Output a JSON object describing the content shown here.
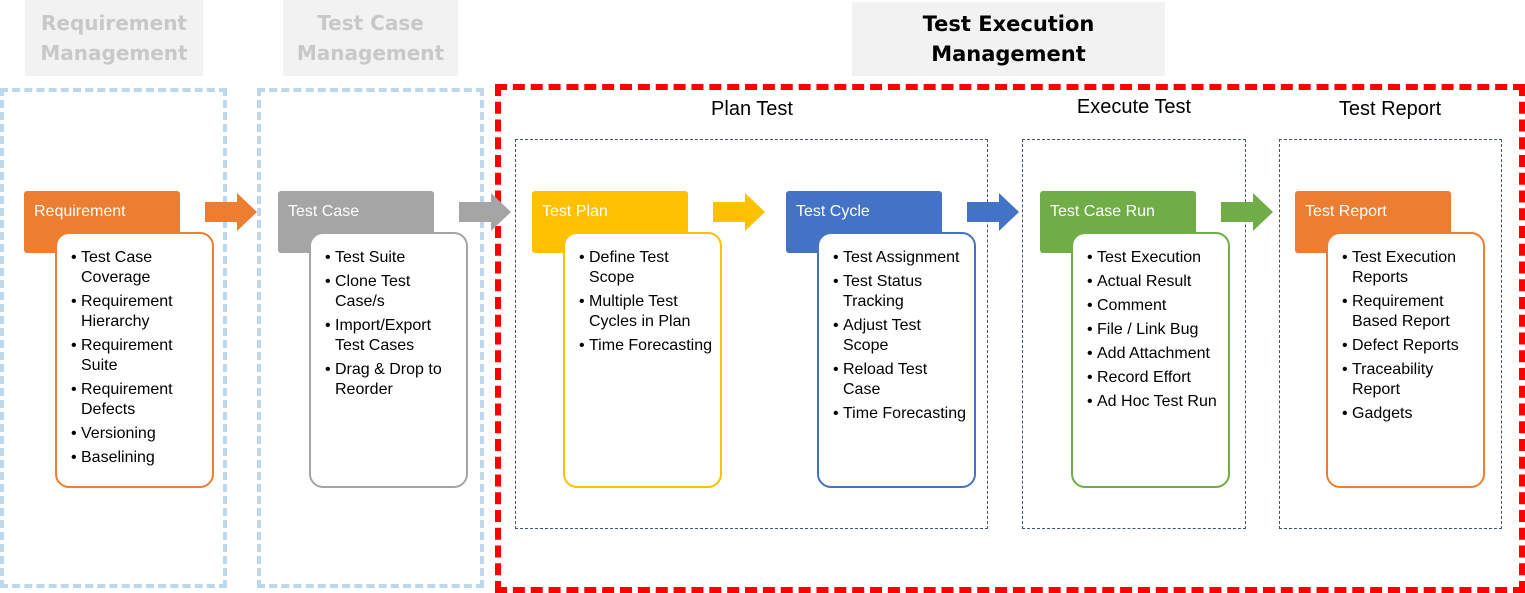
{
  "headers": {
    "requirement_management": [
      "Requirement",
      "Management"
    ],
    "test_case_management": [
      "Test Case",
      "Management"
    ],
    "test_execution_management": [
      "Test Execution",
      "Management"
    ]
  },
  "stages": {
    "plan_test": "Plan Test",
    "execute_test": "Execute Test",
    "test_report": "Test Report"
  },
  "cards": [
    {
      "id": "requirement",
      "title": "Requirement",
      "color": "#ed7d31",
      "items": [
        "Test Case Coverage",
        "Requirement Hierarchy",
        "Requirement Suite",
        "Requirement Defects",
        "Versioning",
        "Baselining"
      ]
    },
    {
      "id": "test-case",
      "title": "Test Case",
      "color": "#a5a5a5",
      "items": [
        "Test Suite",
        "Clone Test Case/s",
        "Import/Export Test Cases",
        "Drag & Drop to Reorder"
      ]
    },
    {
      "id": "test-plan",
      "title": "Test Plan",
      "color": "#ffc000",
      "items": [
        "Define Test Scope",
        "Multiple Test Cycles in Plan",
        "Time Forecasting"
      ]
    },
    {
      "id": "test-cycle",
      "title": "Test Cycle",
      "color": "#4472c4",
      "items": [
        "Test Assignment",
        "Test Status Tracking",
        "Adjust Test Scope",
        "Reload Test Case",
        "Time Forecasting"
      ]
    },
    {
      "id": "test-case-run",
      "title": "Test Case Run",
      "color": "#70ad47",
      "items": [
        "Test Execution",
        "Actual Result",
        "Comment",
        "File / Link Bug",
        "Add Attachment",
        "Record Effort",
        "Ad Hoc Test Run"
      ]
    },
    {
      "id": "test-report",
      "title": "Test Report",
      "color": "#ed7d31",
      "items": [
        "Test Execution Reports",
        "Requirement Based Report",
        "Defect Reports",
        "Traceability Report",
        "Gadgets"
      ]
    }
  ],
  "colors": {
    "faded_header_text": "#c8c8c8",
    "header_bg": "#f2f2f2",
    "blue_dash": "#bdd7ee",
    "red_dash": "#ff0000",
    "small_dash": "#44546a"
  }
}
